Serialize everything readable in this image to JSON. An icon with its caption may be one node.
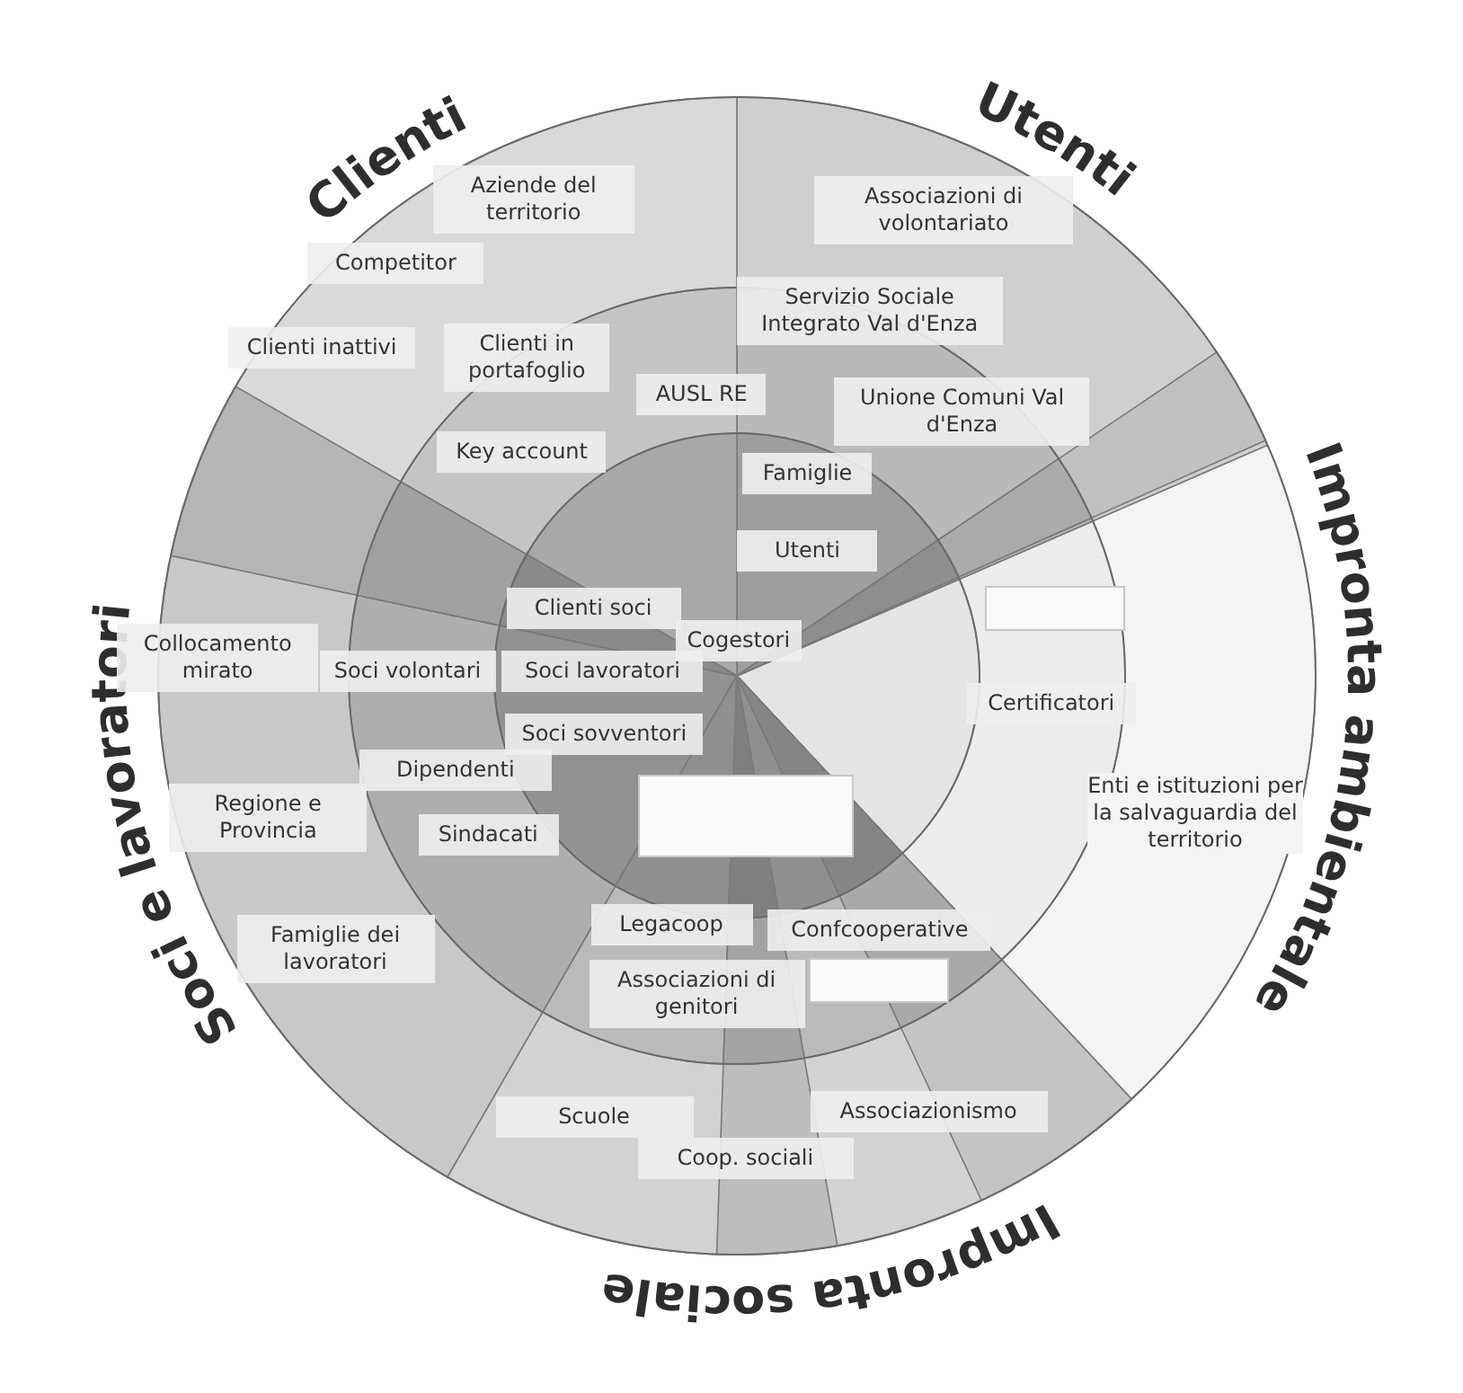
{
  "diagram": {
    "nodes": [
      {
        "text": [
          "Aziende del territorio"
        ]
      },
      {
        "text": [
          "Competitor"
        ]
      },
      {
        "text": [
          "Associazioni di volontariato"
        ]
      },
      {
        "text": [
          "Clienti inattivi"
        ]
      },
      {
        "text": [
          "Clienti in portafoglio"
        ]
      },
      {
        "text": [
          "Servizio Sociale Integrato Val d'Enza"
        ]
      },
      {
        "text": [
          "AUSL RE"
        ]
      },
      {
        "text": [
          "Unione Comuni Val d'Enza"
        ]
      },
      {
        "text": [
          "Key account"
        ]
      },
      {
        "text": [
          "Famiglie"
        ]
      },
      {
        "text": [
          "Utenti"
        ]
      },
      {
        "text": [],
        "shape": "box"
      },
      {
        "text": [
          "Clienti soci"
        ]
      },
      {
        "text": [
          "Cogestori"
        ]
      },
      {
        "text": [
          "Collocamento mirato"
        ]
      },
      {
        "text": [
          "Soci volontari"
        ]
      },
      {
        "text": [
          "Soci lavoratori"
        ]
      },
      {
        "text": [
          "Certificatori"
        ]
      },
      {
        "text": [
          "Soci sovventori"
        ]
      },
      {
        "text": [
          "Dipendenti"
        ]
      },
      {
        "text": [
          "Regione e Provincia"
        ]
      },
      {
        "text": [],
        "shape": "box"
      },
      {
        "text": [
          "Sindacati"
        ]
      },
      {
        "text": [
          "Famiglie dei lavoratori"
        ]
      },
      {
        "text": [
          "Legacoop"
        ]
      },
      {
        "text": [
          "Confcooperative"
        ]
      },
      {
        "text": [
          "Associazioni di genitori"
        ]
      },
      {
        "text": [],
        "shape": "box"
      },
      {
        "text": [
          "Scuole"
        ]
      },
      {
        "text": [
          "Associazionismo"
        ]
      },
      {
        "text": [
          "Coop. sociali"
        ]
      }
    ],
    "labels": [
      "Clienti",
      "Utenti",
      "Impronta ambientale",
      "Soci e lavoratori",
      "Enti e istituzioni per la salvaguardia del territorio",
      "Impronta sociale"
    ]
  }
}
